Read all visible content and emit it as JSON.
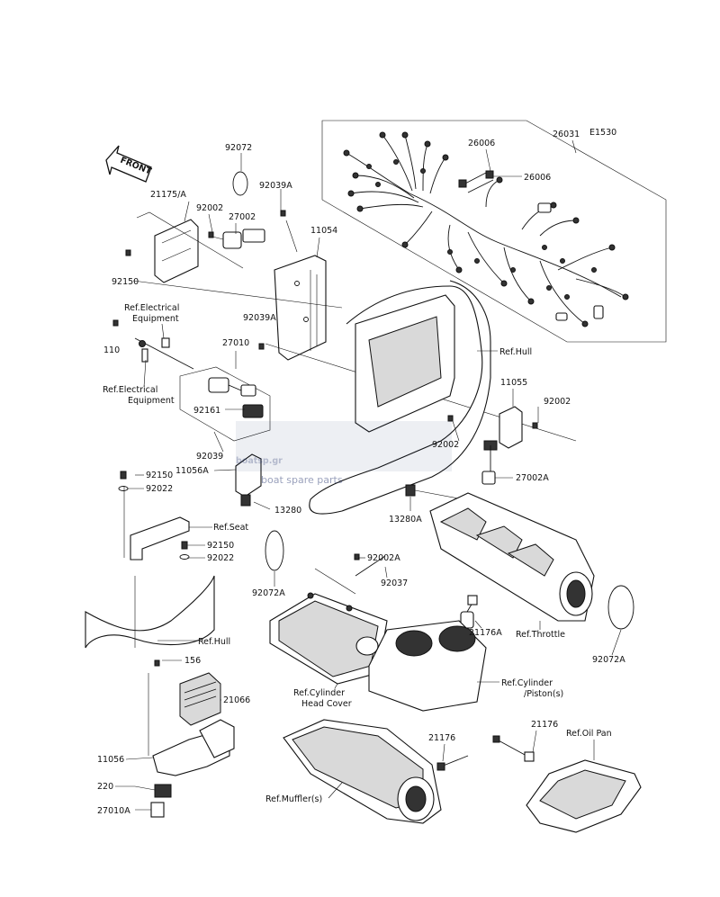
{
  "diagram_code": "E1530",
  "front_arrow_label": "FRONT",
  "watermark": {
    "brand": "boatsp.gr",
    "tagline": "boat spare parts"
  },
  "part_numbers": {
    "p92072": "92072",
    "p21175A": "21175/A",
    "p92002_a": "92002",
    "p27002": "27002",
    "p92039A_a": "92039A",
    "p11054": "11054",
    "p92150_a": "92150",
    "p92039A_b": "92039A",
    "p110": "110",
    "p27010": "27010",
    "p92161": "92161",
    "p92039": "92039",
    "p11056A": "11056A",
    "p92150_b": "92150",
    "p92022_a": "92022",
    "p13280": "13280",
    "p92150_c": "92150",
    "p92022_b": "92022",
    "p92072A_a": "92072A",
    "p156": "156",
    "p21066": "21066",
    "p11056": "11056",
    "p220": "220",
    "p27010A": "27010A",
    "p26006_a": "26006",
    "p26006_b": "26006",
    "p26031": "26031",
    "p11055": "11055",
    "p92002_b": "92002",
    "p92002_c": "92002",
    "p27002A": "27002A",
    "p13280A": "13280A",
    "p92002A": "92002A",
    "p92037": "92037",
    "p21176A": "21176A",
    "p92072A_b": "92072A",
    "p21176_a": "21176",
    "p21176_b": "21176"
  },
  "references": {
    "elec1_l1": "Ref.Electrical",
    "elec1_l2": "Equipment",
    "elec2_l1": "Ref.Electrical",
    "elec2_l2": "Equipment",
    "hull_top": "Ref.Hull",
    "seat": "Ref.Seat",
    "hull_bottom": "Ref.Hull",
    "throttle": "Ref.Throttle",
    "head_cover_l1": "Ref.Cylinder",
    "head_cover_l2": "Head Cover",
    "cyl_piston_l1": "Ref.Cylinder",
    "cyl_piston_l2": "/Piston(s)",
    "oil_pan": "Ref.Oil Pan",
    "muffler": "Ref.Muffler(s)"
  }
}
